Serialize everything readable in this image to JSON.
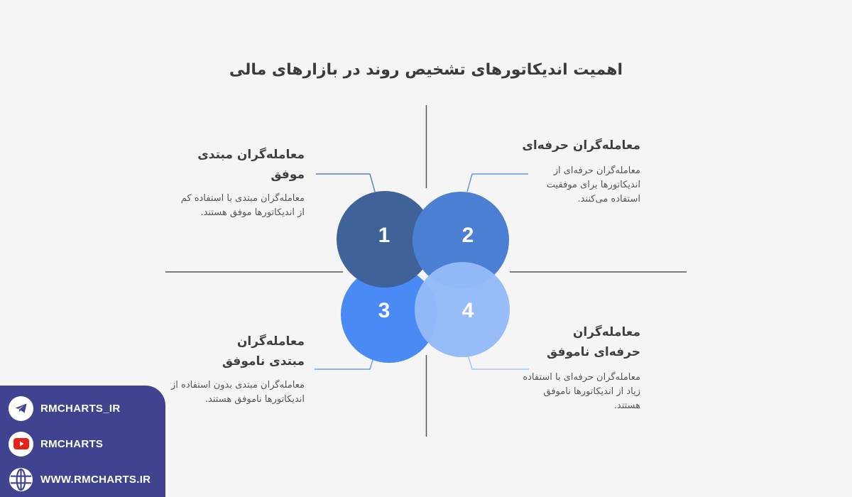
{
  "title": "اهمیت اندیکاتورهای تشخیص روند در بازارهای مالی",
  "quadrants": [
    {
      "number": "1",
      "color": "#3f6298",
      "heading": "معامله‌گران مبتدی موفق",
      "description": "معامله‌گران مبتدی با استفاده کم از اندیکاتورها موفق هستند."
    },
    {
      "number": "2",
      "color": "#4a7fd4",
      "heading": "معامله‌گران حرفه‌ای",
      "description": "معامله‌گران حرفه‌ای از اندیکاتورها برای موفقیت استفاده می‌کنند."
    },
    {
      "number": "3",
      "color": "#4a8af4",
      "heading": "معامله‌گران مبتدی ناموفق",
      "description": "معامله‌گران مبتدی بدون استفاده از اندیکاتورها ناموفق هستند."
    },
    {
      "number": "4",
      "color": "#94bbf8",
      "heading": "معامله‌گران حرفه‌ای ناموفق",
      "description": "معامله‌گران حرفه‌ای با استفاده زیاد از اندیکاتورها ناموفق هستند."
    }
  ],
  "colors": {
    "background": "#f5f5f5",
    "axis": "#555555",
    "brand_panel": "#40438f"
  },
  "branding": {
    "items": [
      {
        "icon": "telegram-icon",
        "label": "RMCHARTS_IR"
      },
      {
        "icon": "youtube-icon",
        "label": "RMCHARTS"
      },
      {
        "icon": "globe-icon",
        "label": "WWW.RMCHARTS.IR"
      }
    ]
  }
}
